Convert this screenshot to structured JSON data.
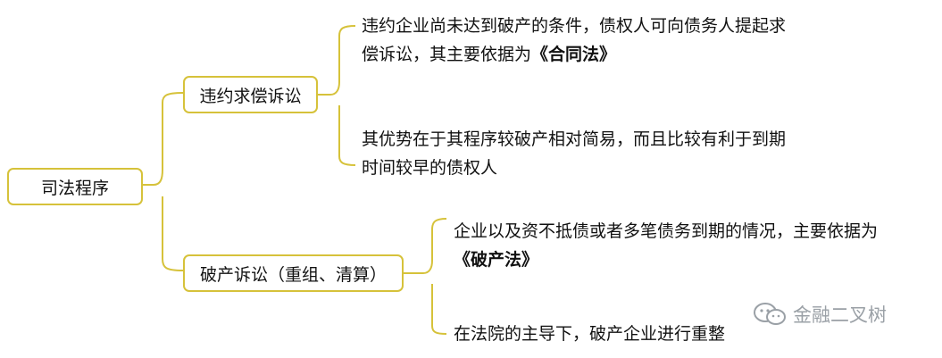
{
  "root": {
    "label": "司法程序"
  },
  "branches": [
    {
      "label": "违约求偿诉讼",
      "notes": [
        {
          "line1": "违约企业尚未达到破产的条件，债权人可向债务人提起求",
          "line2_pre": "偿诉讼，其主要依据为",
          "line2_bold": "《合同法》"
        },
        {
          "line1": "其优势在于其程序较破产相对简易，而且比较有利于到期",
          "line2_pre": "时间较早的债权人",
          "line2_bold": ""
        }
      ]
    },
    {
      "label": "破产诉讼（重组、清算）",
      "notes": [
        {
          "line1": "企业以及资不抵债或者多笔债务到期的情况，主要依据为",
          "line2_pre": "",
          "line2_bold": "《破产法》"
        },
        {
          "line1": "在法院的主导下，破产企业进行重整",
          "line2_pre": "",
          "line2_bold": ""
        }
      ]
    }
  ],
  "watermark": {
    "text": "金融二叉树",
    "icon": "wechat-icon"
  },
  "colors": {
    "connector": "#d6c23a",
    "border": "#d6c23a",
    "text": "#111111",
    "watermark": "#9aa0a6"
  }
}
